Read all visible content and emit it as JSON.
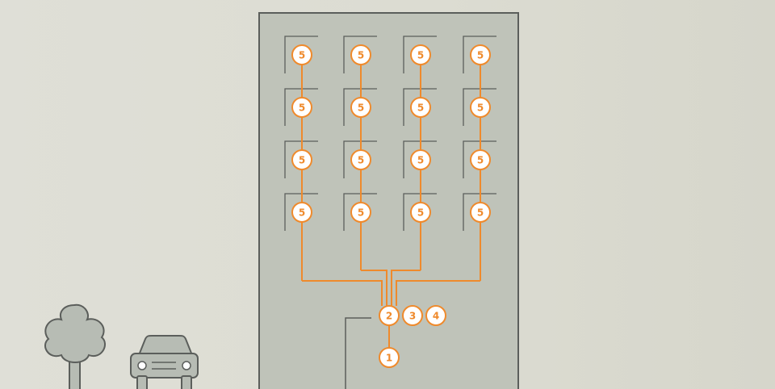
{
  "colors": {
    "background": "#dcdcd3",
    "building_fill": "#bfc3b9",
    "building_stroke": "#5b5e5b",
    "fiber_orange": "#ef8a2c",
    "node_fill": "#ffffff",
    "tree_fill": "#b7bcb4",
    "car_fill": "#b7bcb4",
    "window_stroke": "#5b5e5b"
  },
  "floors": 4,
  "columns": 4,
  "apartment_node_label": "5",
  "hub_nodes": [
    {
      "id": "distribution-point",
      "label": "2"
    },
    {
      "id": "component-3",
      "label": "3"
    },
    {
      "id": "component-4",
      "label": "4"
    }
  ],
  "entry_node": {
    "id": "building-entry",
    "label": "1"
  },
  "icons": [
    "tree-icon",
    "car-icon"
  ]
}
